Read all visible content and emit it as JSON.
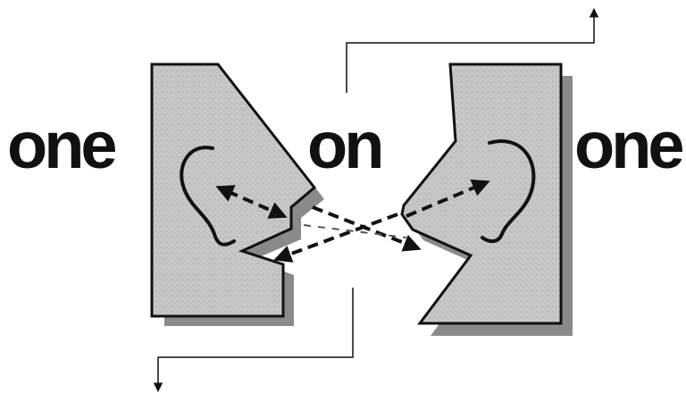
{
  "labels": {
    "left": "one",
    "center": "on",
    "right": "one"
  },
  "colors": {
    "head_fill": "#c8c8c8",
    "ink": "#111111",
    "shadow": "#8a8a8a"
  },
  "icons": {
    "left_head": "head-profile-facing-right-icon",
    "right_head": "head-profile-facing-left-icon",
    "left_ear": "ear-icon",
    "right_ear": "ear-icon",
    "exit_arrow_top": "arrow-up-icon",
    "entry_arrow_bottom": "arrow-down-icon"
  }
}
